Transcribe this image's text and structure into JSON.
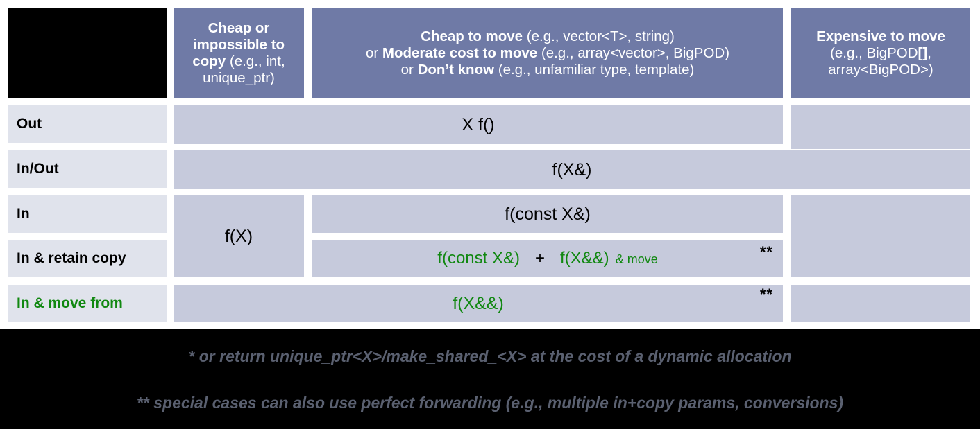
{
  "table": {
    "corner": {
      "label": ""
    },
    "columns": [
      {
        "id": "col-cheap-copy",
        "line1_bold": "Cheap or impossible to copy",
        "line1_rest": " (e.g., int, unique_ptr)"
      },
      {
        "id": "col-cheap-move",
        "l1_bold": "Cheap to move",
        "l1_rest": " (e.g., vector<T>, string)",
        "l2_pre": "or ",
        "l2_bold": "Moderate cost to move",
        "l2_rest": " (e.g., array<vector>, BigPOD)",
        "l3_pre": "or ",
        "l3_bold": "Don’t know",
        "l3_rest": " (e.g., unfamiliar type, template)"
      },
      {
        "id": "col-expensive-move",
        "l1_bold": "Expensive to move",
        "l2_pre": "(e.g., BigPOD",
        "l2_bold": "[]",
        "l2_post": ",",
        "l3": "array<BigPOD>)"
      }
    ],
    "rows": [
      {
        "id": "row-out",
        "label": "Out",
        "green": false
      },
      {
        "id": "row-in-out",
        "label": "In/Out",
        "green": false
      },
      {
        "id": "row-in",
        "label": "In",
        "green": false
      },
      {
        "id": "row-in-retain-copy",
        "label": "In & retain copy",
        "green": false
      },
      {
        "id": "row-in-move-from",
        "label": "In & move from",
        "green": true
      }
    ],
    "cells": {
      "out_span": "X f()",
      "inout_span": "f(X&)",
      "in_col1": "f(X)",
      "in_wide": "f(const X&)",
      "retain_copy_a": "f(const X&)",
      "retain_copy_plus": "+",
      "retain_copy_b": "f(X&&)",
      "retain_copy_sub": "& move",
      "retain_copy_stars": "**",
      "move_from": "f(X&&)",
      "move_from_stars": "**"
    }
  },
  "footnotes": [
    {
      "id": "footnote-1",
      "text": "* or return unique_ptr<X>/make_shared_<X> at the cost of a dynamic allocation"
    },
    {
      "id": "footnote-2",
      "text": "** special cases can also use perfect forwarding (e.g., multiple in+copy params, conversions)"
    }
  ],
  "colors": {
    "header_blue": "#6f7aa6",
    "row_label_bg": "#e0e3ec",
    "data_bg": "#c6cadc",
    "accent_green": "#118811",
    "footer_bg": "#000000",
    "footnote_text": "#5a6070"
  }
}
